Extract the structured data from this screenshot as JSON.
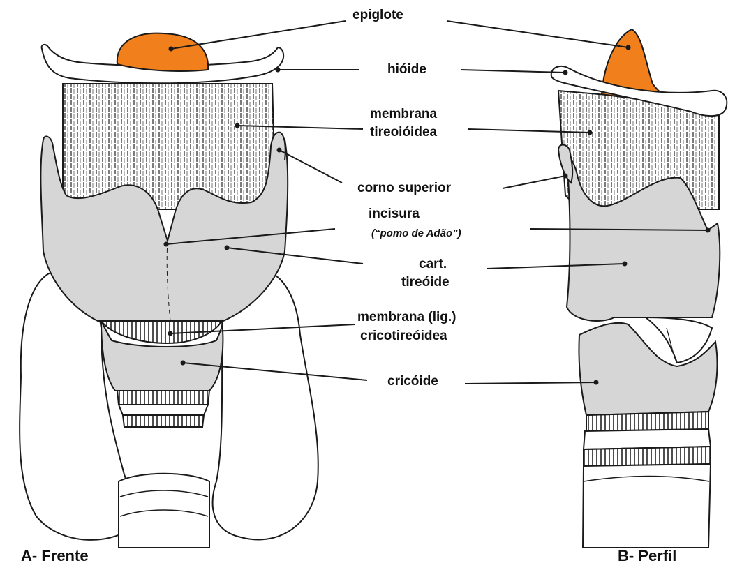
{
  "labels": {
    "epiglote": "epiglote",
    "hioide": "hióide",
    "membrana_tireo_1": "membrana",
    "membrana_tireo_2": "tireoióidea",
    "corno_superior": "corno superior",
    "incisura": "incisura",
    "pomo": "(“pomo de Adão”)",
    "cart": "cart.",
    "tireoide": "tireóide",
    "membrana_crico_1": "membrana (lig.)",
    "membrana_crico_2": "cricotireóidea",
    "cricoide": "cricóide"
  },
  "captions": {
    "front": "A- Frente",
    "profile": "B- Perfil"
  },
  "colors": {
    "cartilage": "#d6d6d6",
    "epiglottis": "#f07f1c",
    "outline": "#1a1a1a",
    "background": "#ffffff"
  }
}
